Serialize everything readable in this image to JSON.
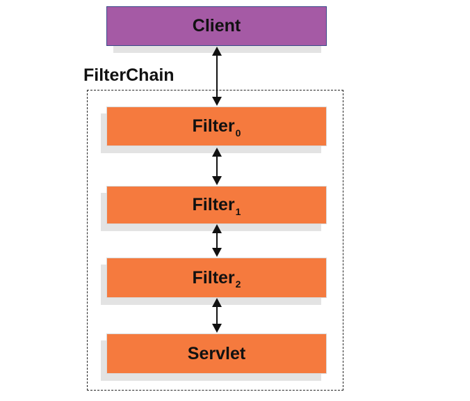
{
  "diagram": {
    "client": {
      "label": "Client",
      "color": "#a55aa5"
    },
    "chain": {
      "label": "FilterChain"
    },
    "filters": [
      {
        "name": "Filter",
        "sub": "0"
      },
      {
        "name": "Filter",
        "sub": "1"
      },
      {
        "name": "Filter",
        "sub": "2"
      }
    ],
    "servlet": {
      "label": "Servlet"
    },
    "node_color": "#f57a3e"
  }
}
